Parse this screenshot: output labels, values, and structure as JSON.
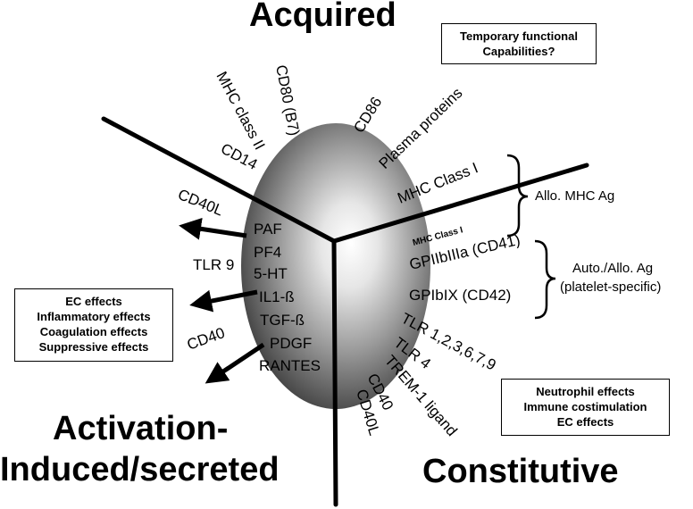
{
  "headings": {
    "acquired": "Acquired",
    "activation_line1": "Activation-",
    "activation_line2": "Induced/secreted",
    "constitutive": "Constitutive"
  },
  "boxes": {
    "temporary": [
      "Temporary functional",
      "Capabilities?"
    ],
    "ec_effects": [
      "EC effects",
      "Inflammatory effects",
      "Coagulation effects",
      "Suppressive effects"
    ],
    "neutrophil": [
      "Neutrophil effects",
      "Immune costimulation",
      "EC effects"
    ]
  },
  "acquired_molecules": {
    "mhc_class_ii": "MHC class II",
    "cd80": "CD80 (B7)",
    "cd86": "CD86",
    "plasma_proteins": "Plasma proteins",
    "cd14": "CD14",
    "mhc_class_i": "MHC Class I",
    "mhc_class_i_small": "MHC Class I"
  },
  "secreted_molecules": {
    "cd40l": "CD40L",
    "paf": "PAF",
    "pf4": "PF4",
    "tlr9": "TLR 9",
    "ht5": "5-HT",
    "il1b": "IL1-ß",
    "tgfb": "TGF-ß",
    "cd40": "CD40",
    "pdgf": "PDGF",
    "rantes": "RANTES"
  },
  "constitutive_molecules": {
    "gp2b3a": "GPIIbIIIa (CD41)",
    "gp1b9": "GPIbIX (CD42)",
    "tlr_multi": "TLR 1,2,3,6,7,9",
    "tlr4": "TLR 4",
    "trem1": "TREM-1 ligand",
    "cd40": "CD40",
    "cd40l": "CD40L"
  },
  "brackets": {
    "allo_mhc": "Allo. MHC Ag",
    "auto_allo_line1": "Auto./Allo. Ag",
    "auto_allo_line2": "(platelet-specific)"
  }
}
